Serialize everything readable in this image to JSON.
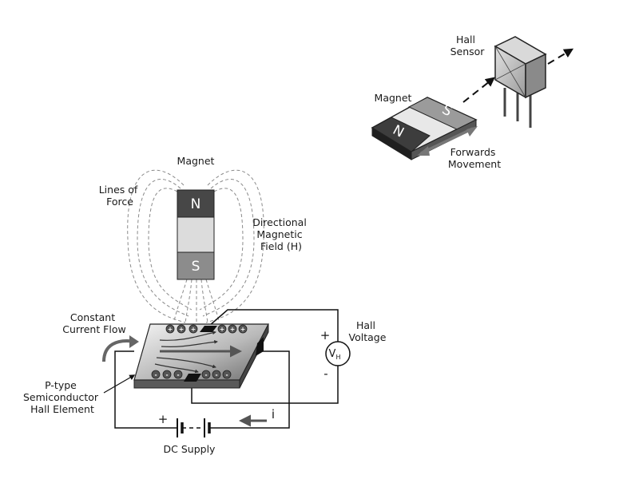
{
  "top": {
    "hall_sensor_label": [
      "Hall",
      "Sensor"
    ],
    "magnet_label": "Magnet",
    "north": "N",
    "south": "S",
    "movement_label": [
      "Forwards",
      "Movement"
    ]
  },
  "main": {
    "magnet_label": "Magnet",
    "north": "N",
    "south": "S",
    "lines_of_force": [
      "Lines of",
      "Force"
    ],
    "directional_field": [
      "Directional",
      "Magnetic",
      "Field (H)"
    ],
    "constant_current": [
      "Constant",
      "Current Flow"
    ],
    "hall_element": [
      "P-type",
      "Semiconductor",
      "Hall Element"
    ],
    "hall_voltage": [
      "Hall",
      "Voltage"
    ],
    "meter_symbol": "V",
    "meter_subscript": "H",
    "plus": "+",
    "minus": "-",
    "dc_supply": "DC Supply",
    "dc_plus": "+",
    "current_symbol": "i",
    "positive_charge": "+",
    "negative_charge": "-"
  }
}
